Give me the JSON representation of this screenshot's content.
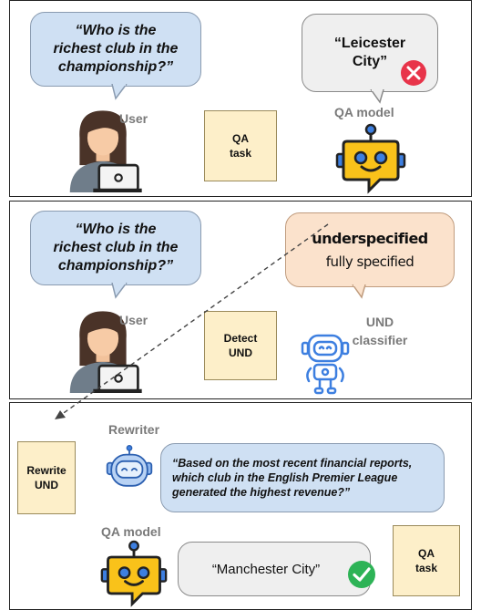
{
  "panel1": {
    "question": "“Who is the\nrichest club in the\nchampionship?”",
    "answer": "“Leicester\nCity”",
    "user_label": "User",
    "qa_model_label": "QA model",
    "task_label": "QA\ntask"
  },
  "panel2": {
    "question": "“Who is the\nrichest club in the\nchampionship?”",
    "option_underspecified": "underspecified",
    "option_fully": "fully specified",
    "user_label": "User",
    "classifier_label": "UND\nclassifier",
    "task_label": "Detect\nUND"
  },
  "panel3": {
    "rewriter_label": "Rewriter",
    "task_rewrite": "Rewrite\nUND",
    "rewritten_question": "“Based on the most recent financial reports, which club in the English Premier League generated the highest revenue?”",
    "qa_model_label": "QA model",
    "answer": "“Manchester City”",
    "task_label": "QA\ntask"
  },
  "colors": {
    "wrong": "#e8344a",
    "correct": "#2db356",
    "robot_yellow": "#f9c21a",
    "robot_blue": "#3d7fe0"
  }
}
